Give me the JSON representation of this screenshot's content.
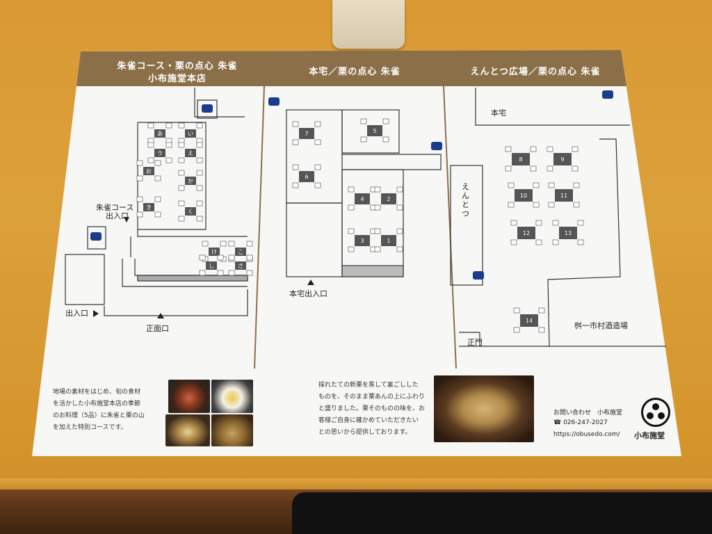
{
  "panels": {
    "left": {
      "title_line1": "朱雀コース・栗の点心 朱雀",
      "title_line2": "小布施堂本店"
    },
    "middle": {
      "title": "本宅／栗の点心 朱雀"
    },
    "right": {
      "title": "えんとつ広場／栗の点心 朱雀"
    }
  },
  "labels": {
    "suzaku_course_entrance_1": "朱雀コース",
    "suzaku_course_entrance_2": "出入口",
    "entrance": "出入口",
    "front_entrance": "正面口",
    "honke_entrance": "本宅出入口",
    "honke": "本宅",
    "entotsu": "えんとつ",
    "seimon": "正門",
    "brewery": "桝一市村酒造場"
  },
  "left_tables": [
    "あ",
    "い",
    "う",
    "え",
    "お",
    "か",
    "き",
    "く",
    "け",
    "こ",
    "し",
    "さ"
  ],
  "middle_tables": [
    "7",
    "5",
    "6",
    "4",
    "2",
    "3",
    "1"
  ],
  "right_tables": [
    "8",
    "9",
    "10",
    "11",
    "12",
    "13",
    "14"
  ],
  "descriptions": {
    "left": [
      "地場の素材をはじめ、旬の食材",
      "を活かした小布施堂本店の季節",
      "のお料理（5品）に朱雀と栗の山",
      "を加えた特別コースです。"
    ],
    "middle": [
      "採れたての新栗を蒸して裏ごしした",
      "ものを、そのまま栗あんの上にふわり",
      "と盛りました。栗そのものの味を、お",
      "客様ご自身に確かめていただきたい",
      "との思いから提供しております。"
    ]
  },
  "contact": {
    "inquiry": "お問い合わせ　小布施堂",
    "phone": "☎ 026-247-2027",
    "url": "https://obusedo.com/",
    "brand": "小布施堂"
  },
  "colors": {
    "header": "#8a6f48",
    "table": "#555555",
    "paper": "#f7f7f5"
  }
}
